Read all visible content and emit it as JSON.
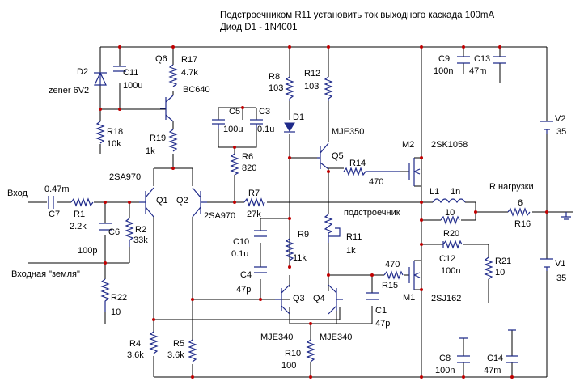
{
  "header": {
    "line1": "Подстроечником R11 установить ток выходного каскада 100mA",
    "line2": "Диод D1 - 1N4001"
  },
  "labels": {
    "input": "Вход",
    "input_ground": "Входная \"земля\"",
    "trimmer": "подстроечник",
    "load": "R нагрузки"
  },
  "components": {
    "D2": {
      "ref": "D2",
      "value": "zener 6V2"
    },
    "C11": {
      "ref": "C11",
      "value": "100u"
    },
    "Q6": {
      "ref": "Q6",
      "value": "BC640"
    },
    "R17": {
      "ref": "R17",
      "value": "4.7k"
    },
    "R18": {
      "ref": "R18",
      "value": "10k"
    },
    "R19": {
      "ref": "R19",
      "value": "1k"
    },
    "R8": {
      "ref": "R8",
      "value": "103"
    },
    "R12": {
      "ref": "R12",
      "value": "103"
    },
    "D1": {
      "ref": "D1"
    },
    "C5": {
      "ref": "C5",
      "value": "100u"
    },
    "C3": {
      "ref": "C3",
      "value": "0.1u"
    },
    "R6": {
      "ref": "R6",
      "value": "820"
    },
    "Q5": {
      "ref": "Q5",
      "value": "MJE350"
    },
    "R14": {
      "ref": "R14",
      "value": "470"
    },
    "M2": {
      "ref": "M2",
      "value": "2SK1058"
    },
    "C9": {
      "ref": "C9",
      "value": "100n"
    },
    "C13": {
      "ref": "C13",
      "value": "47m"
    },
    "V2": {
      "ref": "V2",
      "value": "35"
    },
    "C7": {
      "ref": "C7",
      "value": "0.47m"
    },
    "R1": {
      "ref": "R1",
      "value": "2.2k"
    },
    "C6": {
      "ref": "C6",
      "value": "100p"
    },
    "R2": {
      "ref": "R2",
      "value": "33k"
    },
    "R22": {
      "ref": "R22",
      "value": "10"
    },
    "Q1": {
      "ref": "Q1",
      "value": "2SA970"
    },
    "Q2": {
      "ref": "Q2",
      "value": "2SA970"
    },
    "R7": {
      "ref": "R7",
      "value": "27k"
    },
    "L1": {
      "ref": "L1",
      "value": "1n"
    },
    "R_L": {
      "value": "10"
    },
    "R16": {
      "ref": "R16",
      "value": "6"
    },
    "R9": {
      "ref": "R9",
      "value": "11k"
    },
    "C10": {
      "ref": "C10",
      "value": "0.1u"
    },
    "C4": {
      "ref": "C4",
      "value": "47p"
    },
    "R11": {
      "ref": "R11",
      "value": "1k"
    },
    "R20": {
      "ref": "R20"
    },
    "C12": {
      "ref": "C12",
      "value": "100n"
    },
    "R21": {
      "ref": "R21",
      "value": "10"
    },
    "R15": {
      "ref": "R15",
      "value": "470"
    },
    "M1": {
      "ref": "M1",
      "value": "2SJ162"
    },
    "V1": {
      "ref": "V1",
      "value": "35"
    },
    "Q3": {
      "ref": "Q3",
      "value": "MJE340"
    },
    "Q4": {
      "ref": "Q4",
      "value": "MJE340"
    },
    "C1": {
      "ref": "C1",
      "value": "47p"
    },
    "R4": {
      "ref": "R4",
      "value": "3.6k"
    },
    "R5": {
      "ref": "R5",
      "value": "3.6k"
    },
    "R10": {
      "ref": "R10",
      "value": "100"
    },
    "C8": {
      "ref": "C8",
      "value": "100n"
    },
    "C14": {
      "ref": "C14",
      "value": "47m"
    }
  }
}
